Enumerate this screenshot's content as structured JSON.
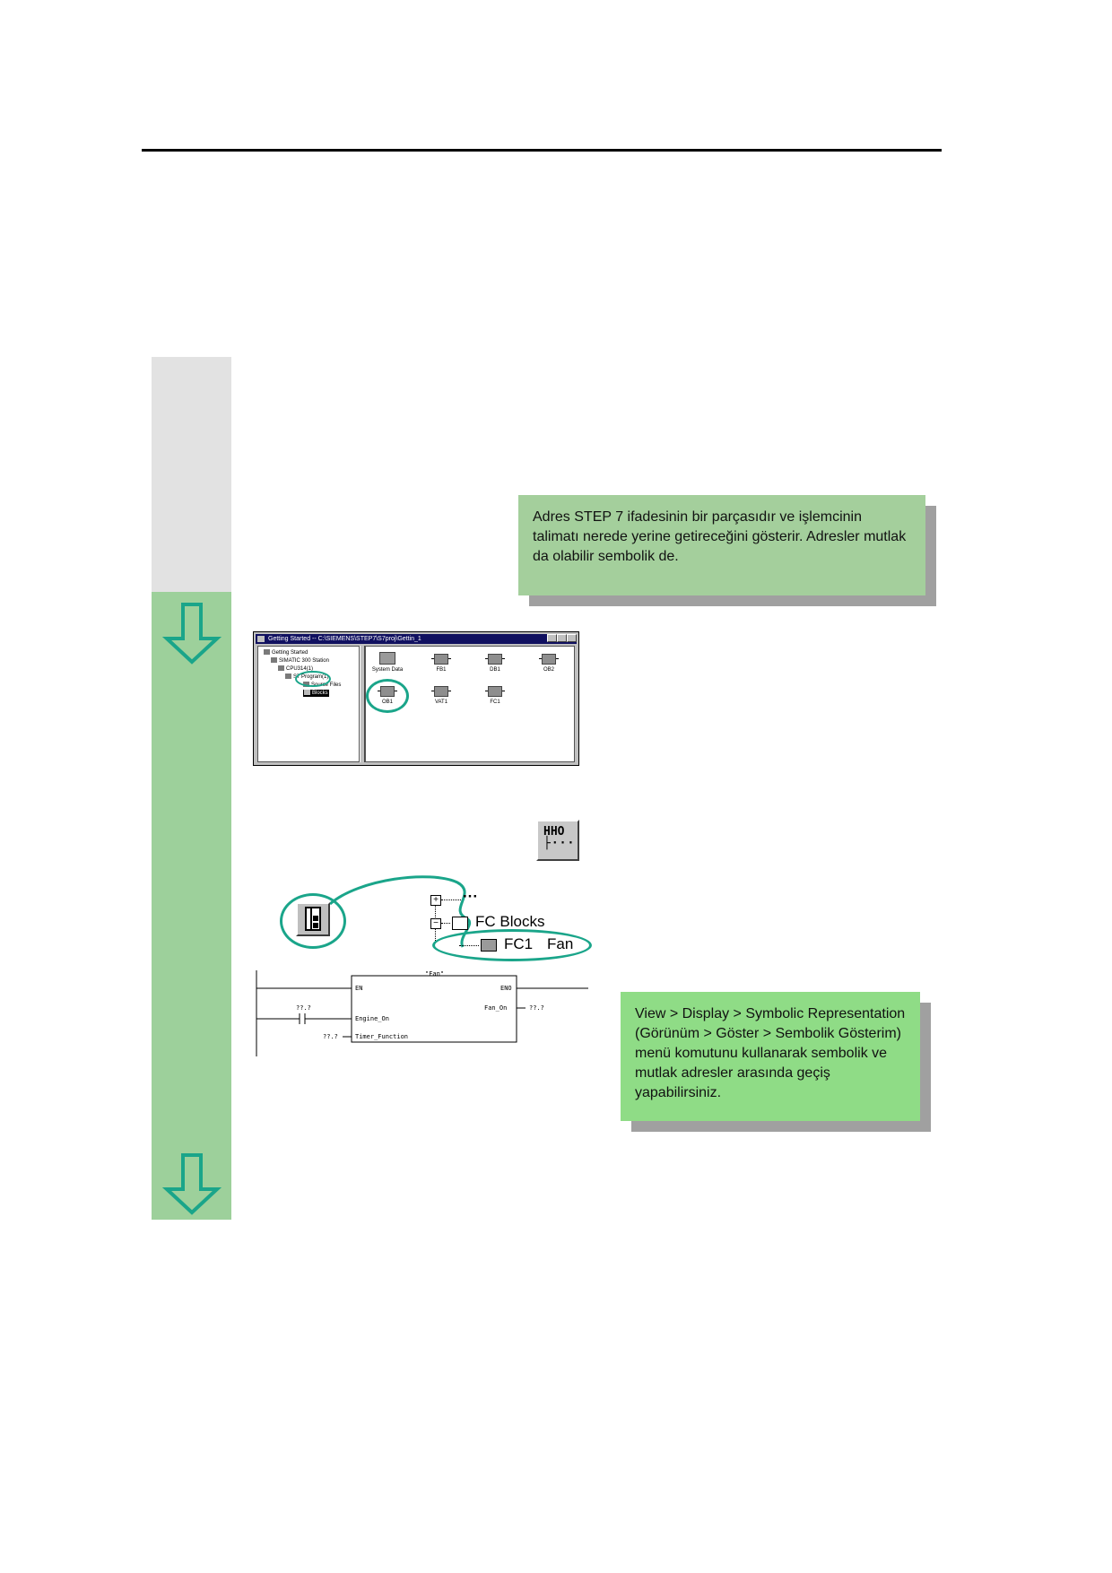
{
  "notes": {
    "address_note": "Adres STEP 7 ifadesinin bir parçasıdır ve işlemcinin talimatı nerede   yerine getireceğini gösterir. Adresler mutlak da olabilir sembolik de.",
    "view_note": "View > Display > Symbolic Representation (Görünüm > Göster > Sembolik Gösterim) menü komutunu kullanarak sembolik ve mutlak adresler arasında geçiş yapabilirsiniz."
  },
  "simatic_window": {
    "title": "Getting Started -- C:\\SIEMENS\\STEP7\\S7proj\\Gettin_1",
    "tree": [
      "Getting Started",
      "SIMATIC 300 Station",
      "CPU314(1)",
      "S7 Program(1)",
      "Source Files",
      "Blocks"
    ],
    "blocks_row1": [
      "System Data",
      "FB1",
      "DB1",
      "OB2"
    ],
    "blocks_row2": [
      "OB1",
      "VAT1",
      "FC1"
    ]
  },
  "toolbar_button": {
    "icon_label": "HHO"
  },
  "fc_tree": {
    "folder_label": "FC Blocks",
    "block_address": "FC1",
    "block_symbol": "Fan"
  },
  "fbd": {
    "block_name": "\"Fan\"",
    "en_pin": "EN",
    "eno_pin": "ENO",
    "in_pin_1": "Engine_On",
    "in_pin_2": "Timer_Function",
    "out_pin": "Fan_On",
    "contact_addr": "??.?",
    "in_addr_2": "??.?",
    "out_addr": "??.?"
  },
  "colors": {
    "strip_grey": "#e2e2e2",
    "strip_green": "#9dd09b",
    "arrow": "#1aa58a",
    "note_1": "#a4cf9c",
    "note_2": "#8fdc86"
  }
}
